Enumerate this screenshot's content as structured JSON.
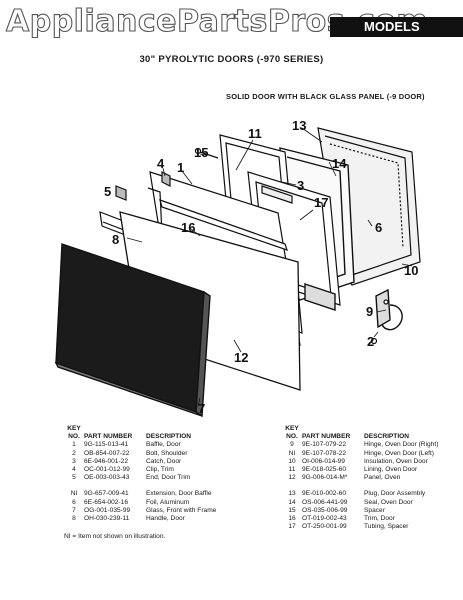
{
  "header": {
    "watermark": "AppliancePartsPros.com",
    "models_tab": "MODELS"
  },
  "title": "30\" PYROLYTIC DOORS (-970 SERIES)",
  "subtitle": "SOLID DOOR WITH BLACK GLASS PANEL (-9 DOOR)",
  "callouts": [
    "1",
    "2",
    "3",
    "4",
    "5",
    "6",
    "7",
    "8",
    "9",
    "10",
    "11",
    "12",
    "13",
    "14",
    "15",
    "16",
    "17"
  ],
  "table_header": {
    "key": "KEY",
    "no": "NO.",
    "part": "PART NUMBER",
    "desc": "DESCRIPTION"
  },
  "parts_left": [
    {
      "no": "1",
      "part": "9G-115-013-41",
      "desc": "Baffle, Door"
    },
    {
      "no": "2",
      "part": "OB-854-007-22",
      "desc": "Bolt, Shoulder"
    },
    {
      "no": "3",
      "part": "6E-946-001-22",
      "desc": "Catch, Door"
    },
    {
      "no": "4",
      "part": "OC-001-012-99",
      "desc": "Clip, Trim"
    },
    {
      "no": "5",
      "part": "OE-003-003-43",
      "desc": "End, Door Trim"
    },
    {
      "no": "NI",
      "part": "9G-657-009-41",
      "desc": "Extension, Door Baffle"
    },
    {
      "no": "6",
      "part": "6E-654-002-16",
      "desc": "Foil, Aluminum"
    },
    {
      "no": "7",
      "part": "OG-001-035-99",
      "desc": "Glass, Front with Frame"
    },
    {
      "no": "8",
      "part": "OH-030-239-11",
      "desc": "Handle, Door"
    }
  ],
  "parts_right": [
    {
      "no": "9",
      "part": "9E-107-079-22",
      "desc": "Hinge, Oven Door (Right)"
    },
    {
      "no": "NI",
      "part": "9E-107-078-22",
      "desc": "Hinge, Oven Door (Left)"
    },
    {
      "no": "10",
      "part": "OI-006-014-99",
      "desc": "Insulation, Oven Door"
    },
    {
      "no": "11",
      "part": "9E-018-025-60",
      "desc": "Lining, Oven Door"
    },
    {
      "no": "12",
      "part": "9G-006-014-M*",
      "desc": "Panel, Oven"
    },
    {
      "no": "13",
      "part": "9E-010-002-60",
      "desc": "Plug, Door Assembly"
    },
    {
      "no": "14",
      "part": "OS-006-441-99",
      "desc": "Seal, Oven Door"
    },
    {
      "no": "15",
      "part": "OS-035-006-99",
      "desc": "Spacer"
    },
    {
      "no": "16",
      "part": "OT-019-002-43",
      "desc": "Trim, Door"
    },
    {
      "no": "17",
      "part": "OT-250-001-99",
      "desc": "Tubing, Spacer"
    }
  ],
  "footnote": "NI = Item not shown on illustration."
}
